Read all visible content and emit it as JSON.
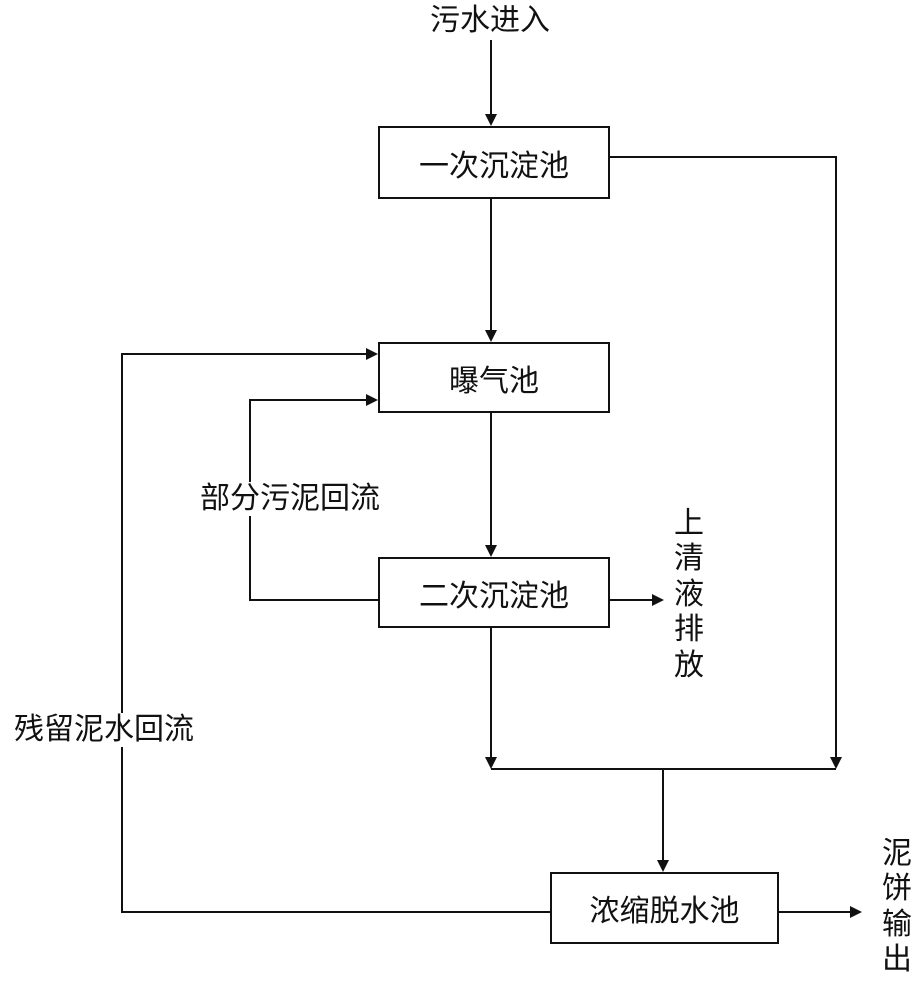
{
  "inlet_label": "污水进入",
  "boxes": {
    "primary": "一次沉淀池",
    "aeration": "曝气池",
    "secondary": "二次沉淀池",
    "thicken": "浓缩脱水池"
  },
  "labels": {
    "sludge_return": "部分污泥回流",
    "residual_return": "残留泥水回流",
    "supernatant": "上\n清\n液\n排\n放",
    "cake_output": "泥\n饼\n输\n出"
  }
}
